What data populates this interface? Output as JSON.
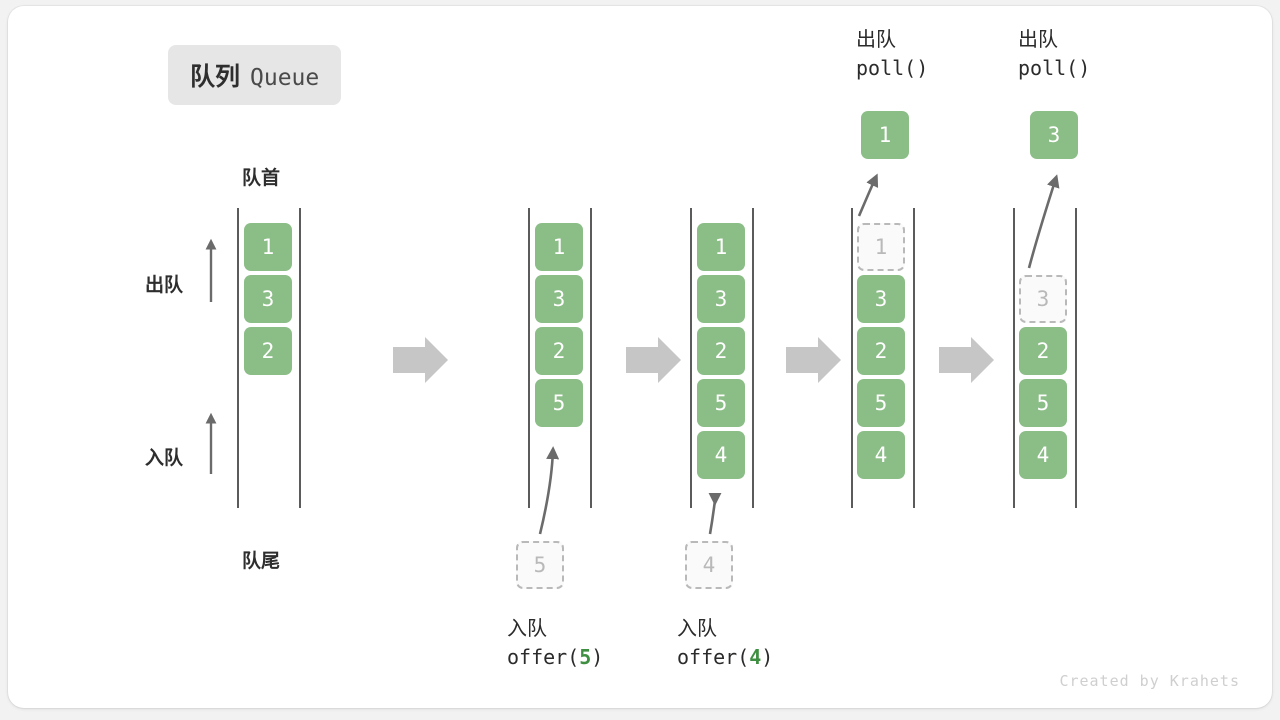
{
  "title": {
    "cn": "队列",
    "en": "Queue"
  },
  "labels": {
    "head": "队首",
    "tail": "队尾",
    "dequeue": "出队",
    "enqueue": "入队"
  },
  "colors": {
    "cell_fill": "#8bbd87",
    "cell_text": "#ffffff",
    "ghost_border": "#b9b9b9",
    "ghost_text": "#b9b9b9",
    "rail": "#5b5b5b",
    "arrow": "#6b6b6b",
    "step_arrow": "#c6c6c6",
    "accent_number": "#3f8f43",
    "badge_bg": "#e6e6e6",
    "card_bg": "#ffffff",
    "page_bg": "#f2f2f2"
  },
  "operations": {
    "offer_5": {
      "cn": "入队",
      "code_prefix": "offer(",
      "code_num": "5",
      "code_suffix": ")"
    },
    "offer_4": {
      "cn": "入队",
      "code_prefix": "offer(",
      "code_num": "4",
      "code_suffix": ")"
    },
    "poll_1": {
      "cn": "出队",
      "code": "poll()"
    },
    "poll_2": {
      "cn": "出队",
      "code": "poll()"
    }
  },
  "ghost_inputs": {
    "offer_5_box": "5",
    "offer_4_box": "4"
  },
  "popped": {
    "first": "1",
    "second": "3"
  },
  "columns": [
    {
      "name": "initial-queue",
      "cells": [
        {
          "value": "1",
          "state": "filled"
        },
        {
          "value": "3",
          "state": "filled"
        },
        {
          "value": "2",
          "state": "filled"
        }
      ]
    },
    {
      "name": "after-offer-5",
      "cells": [
        {
          "value": "1",
          "state": "filled"
        },
        {
          "value": "3",
          "state": "filled"
        },
        {
          "value": "2",
          "state": "filled"
        },
        {
          "value": "5",
          "state": "filled"
        }
      ]
    },
    {
      "name": "after-offer-4",
      "cells": [
        {
          "value": "1",
          "state": "filled"
        },
        {
          "value": "3",
          "state": "filled"
        },
        {
          "value": "2",
          "state": "filled"
        },
        {
          "value": "5",
          "state": "filled"
        },
        {
          "value": "4",
          "state": "filled"
        }
      ]
    },
    {
      "name": "after-poll-1",
      "cells": [
        {
          "value": "1",
          "state": "ghost"
        },
        {
          "value": "3",
          "state": "filled"
        },
        {
          "value": "2",
          "state": "filled"
        },
        {
          "value": "5",
          "state": "filled"
        },
        {
          "value": "4",
          "state": "filled"
        }
      ]
    },
    {
      "name": "after-poll-3",
      "cells": [
        {
          "value": "",
          "state": "empty"
        },
        {
          "value": "3",
          "state": "ghost"
        },
        {
          "value": "2",
          "state": "filled"
        },
        {
          "value": "5",
          "state": "filled"
        },
        {
          "value": "4",
          "state": "filled"
        }
      ]
    }
  ],
  "watermark": "Created by Krahets"
}
